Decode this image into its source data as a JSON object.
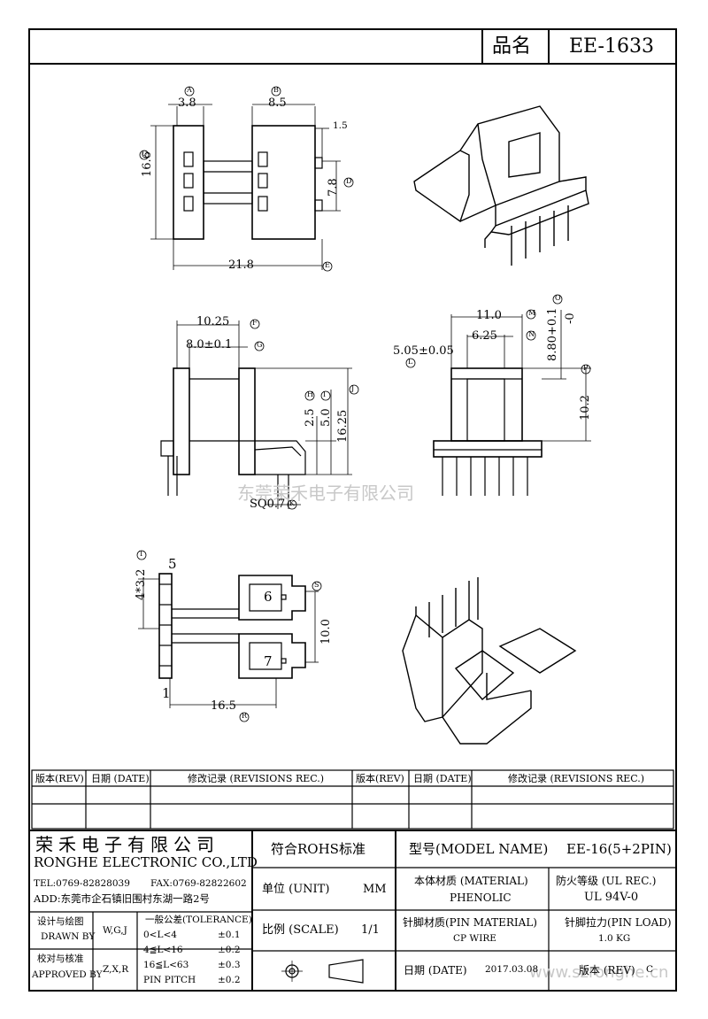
{
  "header": {
    "name_label": "品名",
    "name_value": "EE-1633"
  },
  "watermark": {
    "cn": "东莞荣禾电子有限公司",
    "url": "www.szronghe.cn"
  },
  "dimensions": {
    "top": {
      "A": "3.8",
      "B": "8.5",
      "d15": "1.5",
      "C": "16.6",
      "D": "7.8",
      "E": "21.8",
      "m_A": "A",
      "m_B": "B",
      "m_C": "C",
      "m_D": "D",
      "m_E": "E"
    },
    "mid_left": {
      "F": "10.25",
      "G": "8.0±0.1",
      "H": "2.5",
      "I": "5.0",
      "J": "16.25",
      "K": "SQ0.7",
      "m_F": "F",
      "m_G": "G",
      "m_H": "H",
      "m_I": "I",
      "m_J": "J",
      "m_K": "K"
    },
    "mid_right": {
      "M": "11.0",
      "N": "6.25",
      "L": "5.05±0.05",
      "O": "8.80+0.1",
      "O2": "-0",
      "P": "10.2",
      "m_M": "M",
      "m_N": "N",
      "m_L": "L",
      "m_O": "O",
      "m_P": "P"
    },
    "bottom": {
      "T": "4*3.2",
      "pin5": "5",
      "pin1": "1",
      "pin6": "6",
      "pin7": "7",
      "S": "10.0",
      "R": "16.5",
      "m_T": "T",
      "m_S": "S",
      "m_R": "R"
    }
  },
  "revisions": {
    "headers": [
      "版本(REV)",
      "日期 (DATE)",
      "修改记录 (REVISIONS REC.)",
      "版本(REV)",
      "日期 (DATE)",
      "修改记录 (REVISIONS REC.)"
    ]
  },
  "title_block": {
    "company_cn": "荣禾电子有限公司",
    "company_en": "RONGHE ELECTRONIC CO.,LTD",
    "tel": "TEL:0769-82828039",
    "fax": "FAX:0769-82822602",
    "addr": "ADD:东莞市企石镇旧围村东湖一路2号",
    "designed_cn": "设计与绘图",
    "designed_en": "DRAWN BY",
    "designer": "W,G,J",
    "approved_cn": "校对与核准",
    "approved_en": "APPROVED BY",
    "approver": "Z,X,R",
    "tol_title": "一般公差(TOLERANCE)",
    "tol_rows": [
      [
        "0<L<4",
        "±0.1"
      ],
      [
        "4≦L<16",
        "±0.2"
      ],
      [
        "16≦L<63",
        "±0.3"
      ],
      [
        "PIN PITCH",
        "±0.2"
      ]
    ],
    "rohs": "符合ROHS标准",
    "unit_label": "单位 (UNIT)",
    "unit": "MM",
    "scale_label": "比例 (SCALE)",
    "scale": "1/1",
    "model_label": "型号(MODEL NAME)",
    "model": "EE-16(5+2PIN)",
    "material_label": "本体材质 (MATERIAL)",
    "material": "PHENOLIC",
    "fire_label": "防火等级 (UL REC.)",
    "fire": "UL 94V-0",
    "pin_mat_label": "针脚材质(PIN MATERIAL)",
    "pin_mat": "CP WIRE",
    "pin_load_label": "针脚拉力(PIN LOAD)",
    "pin_load": "1.0 KG",
    "date_label": "日期 (DATE)",
    "date": "2017.03.08",
    "rev_label": "版本 (REV)",
    "rev": "C"
  }
}
